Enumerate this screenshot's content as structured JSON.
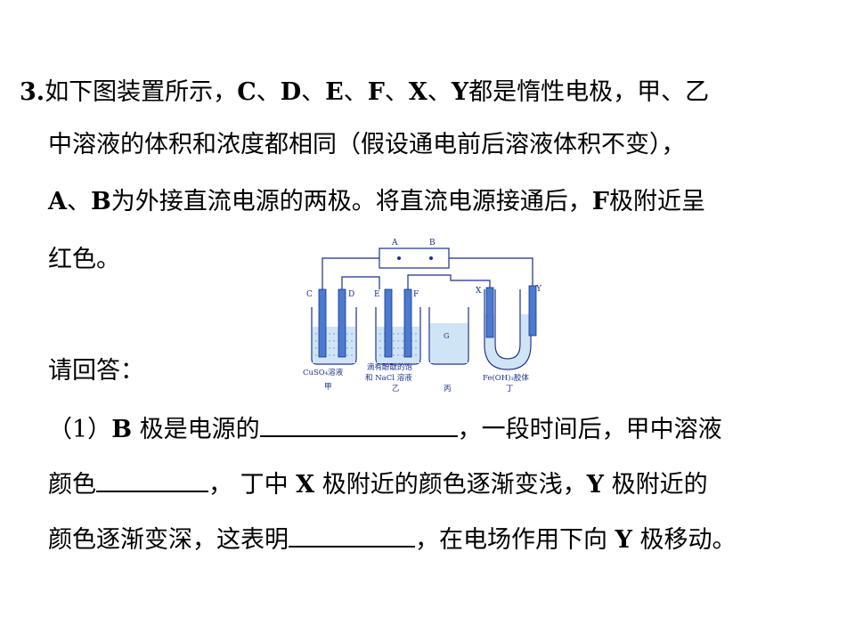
{
  "question": {
    "line1": {
      "num": "3.",
      "s1": "如下图装置所示，",
      "C": "C",
      "sep1": "、",
      "D": "D",
      "sep2": "、",
      "E": "E",
      "sep3": "、",
      "F": "F",
      "sep4": "、",
      "X": "X",
      "sep5": "、",
      "Y": "Y",
      "s2": "都是惰性电极，甲、乙"
    },
    "line2": "中溶液的体积和浓度都相同（假设通电前后溶液体积不变），",
    "line3": {
      "A": "A",
      "sep": "、",
      "B": "B",
      "s1": "为外接直流电源的两极。将直流电源接通后，",
      "F": "F",
      "s2": "极附近呈"
    },
    "line4": "红色。",
    "prompt": "请回答："
  },
  "part1": {
    "l1_num": "（1）",
    "l1_B": "B",
    "l1_a": " 极是电源的",
    "l1_b": "，一段时间后，甲中溶液",
    "l2_a": "颜色",
    "l2_b": "， 丁中 ",
    "l2_X": "X",
    "l2_c": " 极附近的颜色逐渐变浅，",
    "l2_Y": "Y",
    "l2_d": " 极附近的",
    "l3_a": "颜色逐渐变深，这表明",
    "l3_b": "，在电场作用下向 ",
    "l3_Y": "Y",
    "l3_c": " 极移动。"
  },
  "diagram": {
    "label_A": "A",
    "label_B": "B",
    "label_C": "C",
    "label_D": "D",
    "label_E": "E",
    "label_F": "F",
    "label_X": "X",
    "label_Y": "Y",
    "meter": "G",
    "jia_solution": "CuSO₄溶液",
    "jia_name": "甲",
    "yi_solution_1": "滴有酚酞的饱",
    "yi_solution_2": "和 NaCl 溶液",
    "yi_name": "乙",
    "bing_name": "丙",
    "ding_solution": "Fe(OH)₃胶体",
    "ding_name": "丁",
    "colors": {
      "line": "#1a2f8a",
      "electrode": "#4a7bd0",
      "liquid": "#cfe4f5"
    }
  }
}
